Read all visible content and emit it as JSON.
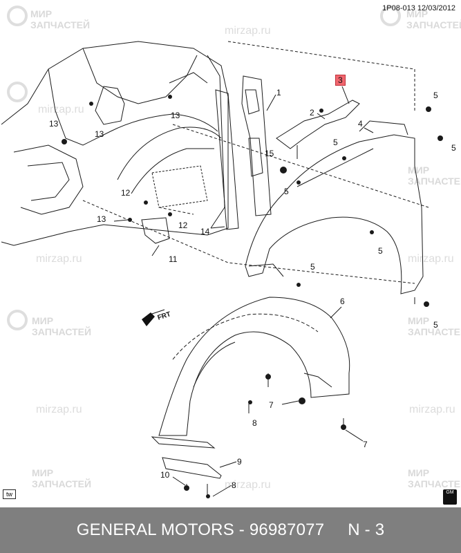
{
  "header": {
    "stamp": "1P08-013  12/03/2012"
  },
  "watermark": {
    "line1": "МИР",
    "line2": "ЗАПЧАСТЕЙ",
    "url": "mirzap.ru"
  },
  "diagram": {
    "callouts": {
      "c1": "1",
      "c2": "2",
      "c3": "3",
      "c4": "4",
      "c5a": "5",
      "c5b": "5",
      "c5c": "5",
      "c5d": "5",
      "c5e": "5",
      "c5f": "5",
      "c5g": "5",
      "c6": "6",
      "c7a": "7",
      "c7b": "7",
      "c8a": "8",
      "c8b": "8",
      "c9": "9",
      "c10": "10",
      "c11": "11",
      "c12a": "12",
      "c12b": "12",
      "c13a": "13",
      "c13b": "13",
      "c13c": "13",
      "c13d": "13",
      "c14": "14",
      "c15": "15"
    },
    "highlighted_callout": "3",
    "front_arrow_label": "FRT",
    "badge_tw": "tw",
    "gm_logo": "GM"
  },
  "footer": {
    "brand": "GENERAL MOTORS",
    "separator": " - ",
    "part_number": "96987077",
    "position": "N - 3"
  },
  "colors": {
    "footer_bg": "#7f7f7f",
    "highlight": "#f0666e",
    "line": "#1a1a1a"
  }
}
